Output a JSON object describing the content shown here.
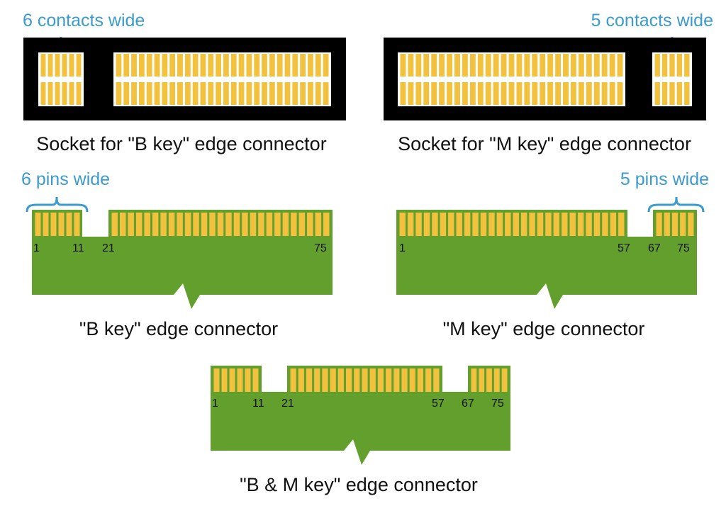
{
  "colors": {
    "socket_body": "#000000",
    "socket_contact_area": "#ffffff",
    "contact_gold": "#f2c23e",
    "pcb_green": "#639f2d",
    "annotation_blue": "#3b9bd0",
    "text": "#111111"
  },
  "sockets": {
    "b_key": {
      "caption": "Socket for \"B key\" edge connector",
      "annotation": "6 contacts wide"
    },
    "m_key": {
      "caption": "Socket for \"M key\" edge connector",
      "annotation": "5 contacts wide"
    }
  },
  "connectors": {
    "b_key": {
      "caption": "\"B key\" edge connector",
      "annotation": "6 pins wide",
      "pin_labels": [
        "1",
        "11",
        "21",
        "75"
      ]
    },
    "m_key": {
      "caption": "\"M key\" edge connector",
      "annotation": "5 pins wide",
      "pin_labels": [
        "1",
        "57",
        "67",
        "75"
      ]
    },
    "bm_key": {
      "caption": "\"B & M key\" edge connector",
      "pin_labels": [
        "1",
        "11",
        "21",
        "57",
        "67",
        "75"
      ]
    }
  }
}
